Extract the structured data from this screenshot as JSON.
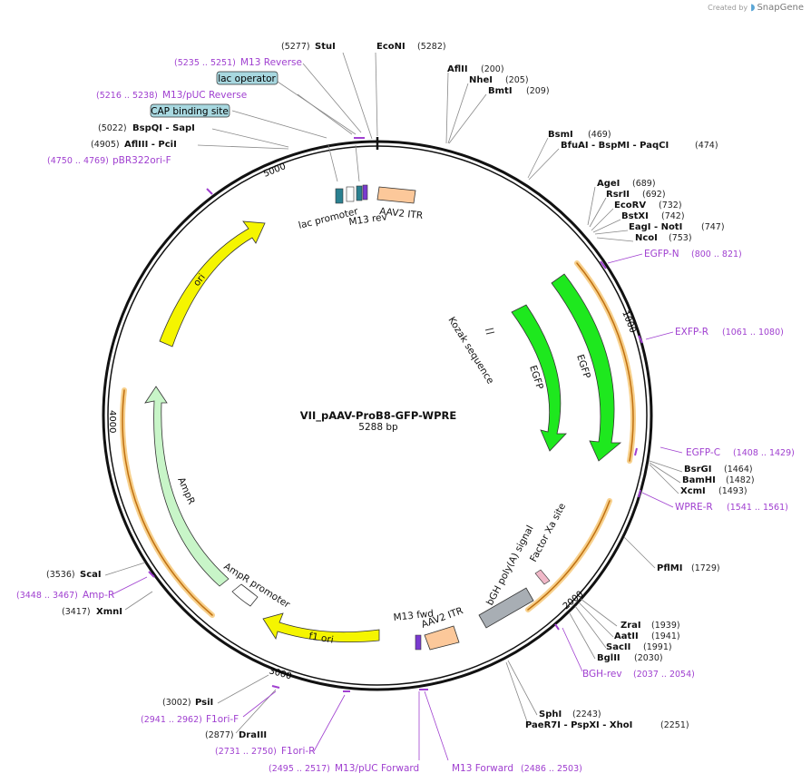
{
  "header": {
    "created_by": "Created by",
    "brand": "SnapGene"
  },
  "map": {
    "name": "VII_pAAV-ProB8-GFP-WPRE",
    "length_label": "5288 bp",
    "ticks": [
      "1000",
      "2000",
      "3000",
      "4000",
      "5000"
    ]
  },
  "enzymes": [
    {
      "id": "stui",
      "pos": "(5277)",
      "name": "StuI"
    },
    {
      "id": "econi",
      "name": "EcoNI",
      "pos": "(5282)"
    },
    {
      "id": "aflii",
      "name": "AflII",
      "pos": "(200)"
    },
    {
      "id": "nhei",
      "name": "NheI",
      "pos": "(205)"
    },
    {
      "id": "bmti",
      "name": "BmtI",
      "pos": "(209)"
    },
    {
      "id": "bsmi",
      "name": "BsmI",
      "pos": "(469)"
    },
    {
      "id": "bfuai",
      "name": "BfuAI - BspMI - PaqCI",
      "pos": "(474)"
    },
    {
      "id": "agei",
      "name": "AgeI",
      "pos": "(689)"
    },
    {
      "id": "rsrii",
      "name": "RsrII",
      "pos": "(692)"
    },
    {
      "id": "ecorv",
      "name": "EcoRV",
      "pos": "(732)"
    },
    {
      "id": "bstxi",
      "name": "BstXI",
      "pos": "(742)"
    },
    {
      "id": "eagi",
      "name": "EagI - NotI",
      "pos": "(747)"
    },
    {
      "id": "ncoi",
      "name": "NcoI",
      "pos": "(753)"
    },
    {
      "id": "bsrgi",
      "name": "BsrGI",
      "pos": "(1464)"
    },
    {
      "id": "bamhi",
      "name": "BamHI",
      "pos": "(1482)"
    },
    {
      "id": "xcmi",
      "name": "XcmI",
      "pos": "(1493)"
    },
    {
      "id": "pflmi",
      "name": "PflMI",
      "pos": "(1729)"
    },
    {
      "id": "zrai",
      "name": "ZraI",
      "pos": "(1939)"
    },
    {
      "id": "aatii",
      "name": "AatII",
      "pos": "(1941)"
    },
    {
      "id": "saci",
      "name": "SacII",
      "pos": "(1991)"
    },
    {
      "id": "bglii",
      "name": "BglII",
      "pos": "(2030)"
    },
    {
      "id": "sphi",
      "name": "SphI",
      "pos": "(2243)"
    },
    {
      "id": "pae",
      "name": "PaeR7I - PspXI - XhoI",
      "pos": "(2251)"
    },
    {
      "id": "psti",
      "pos": "(3002)",
      "name": "PsiI"
    },
    {
      "id": "draiii",
      "pos": "(2877)",
      "name": "DraIII"
    },
    {
      "id": "scai",
      "pos": "(3536)",
      "name": "ScaI"
    },
    {
      "id": "xmni",
      "pos": "(3417)",
      "name": "XmnI"
    },
    {
      "id": "bspqi",
      "pos": "(5022)",
      "name": "BspQI - SapI"
    },
    {
      "id": "afliii",
      "pos": "(4905)",
      "name": "AflIII - PciI"
    }
  ],
  "primers": [
    {
      "id": "m13rev",
      "pos": "(5235 .. 5251)",
      "name": "M13 Reverse"
    },
    {
      "id": "m13puc",
      "pos": "(5216 .. 5238)",
      "name": "M13/pUC Reverse"
    },
    {
      "id": "pbr",
      "pos": "(4750 .. 4769)",
      "name": "pBR322ori-F"
    },
    {
      "id": "egfpn",
      "name": "EGFP-N",
      "pos": "(800 .. 821)"
    },
    {
      "id": "exfpr",
      "name": "EXFP-R",
      "pos": "(1061 .. 1080)"
    },
    {
      "id": "egfpc",
      "name": "EGFP-C",
      "pos": "(1408 .. 1429)"
    },
    {
      "id": "wprer",
      "name": "WPRE-R",
      "pos": "(1541 .. 1561)"
    },
    {
      "id": "bghrev",
      "name": "BGH-rev",
      "pos": "(2037 .. 2054)"
    },
    {
      "id": "m13fwd",
      "name": "M13 Forward",
      "pos": "(2486 .. 2503)"
    },
    {
      "id": "m13pucf",
      "pos": "(2495 .. 2517)",
      "name": "M13/pUC Forward"
    },
    {
      "id": "f1r",
      "pos": "(2731 .. 2750)",
      "name": "F1ori-R"
    },
    {
      "id": "f1f",
      "pos": "(2941 .. 2962)",
      "name": "F1ori-F"
    },
    {
      "id": "ampr",
      "pos": "(3448 .. 3467)",
      "name": "Amp-R"
    }
  ],
  "boxed_labels": {
    "lac_operator": "lac operator",
    "cap_site": "CAP binding site"
  },
  "features": {
    "lac_promoter": "lac promoter",
    "m13_rev": "M13 rev",
    "aav2_itr_top": "AAV2 ITR",
    "ori": "ori",
    "kozak": "Kozak sequence",
    "egfp_inner": "EGFP",
    "egfp_outer": "EGFP",
    "ampr": "AmpR",
    "ampr_promoter": "AmpR promoter",
    "f1_ori": "f1 ori",
    "m13_fwd": "M13 fwd",
    "aav2_itr_bottom": "AAV2 ITR",
    "bgh": "bGH poly(A) signal",
    "factor_xa": "Factor Xa site"
  },
  "colors": {
    "backbone": "#111111",
    "egfp": "#1ee81e",
    "ori": "#f5f500",
    "ampr": "#c8f5c8",
    "itr": "#fcc89a",
    "bgh": "#a8aeb4",
    "primer": "#a040d0",
    "highlight": "#f2b040"
  }
}
